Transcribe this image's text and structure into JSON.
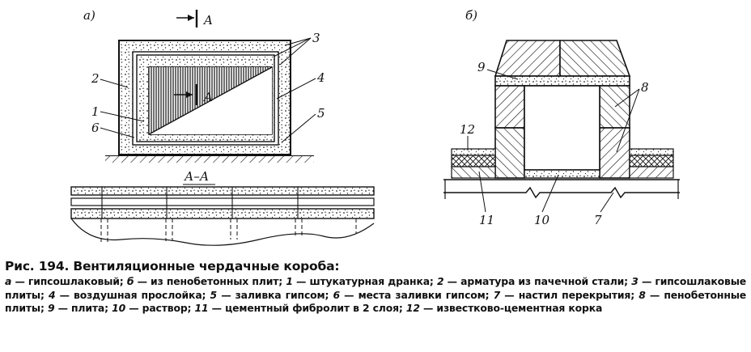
{
  "figure": {
    "panel_a": "а)",
    "panel_b": "б)",
    "section_mark": "A",
    "section_title": "А–А",
    "callouts_a": [
      "1",
      "2",
      "3",
      "4",
      "5",
      "6"
    ],
    "callouts_b": [
      "7",
      "8",
      "9",
      "10",
      "11",
      "12"
    ]
  },
  "caption": {
    "number": "Рис. 194.",
    "title": "Вентиляционные чердачные короба:",
    "legend": [
      {
        "key": "а",
        "text": "гипсошлаковый;"
      },
      {
        "key": "б",
        "text": "из пенобетонных плит;"
      },
      {
        "key": "1",
        "text": "штукатурная дранка;"
      },
      {
        "key": "2",
        "text": "арматура из пачечной стали;"
      },
      {
        "key": "3",
        "text": "гипсошлаковые плиты;"
      },
      {
        "key": "4",
        "text": "воздушная прослойка;"
      },
      {
        "key": "5",
        "text": "заливка гипсом;"
      },
      {
        "key": "6",
        "text": "места заливки гипсом;"
      },
      {
        "key": "7",
        "text": "настил перекрытия;"
      },
      {
        "key": "8",
        "text": "пенобетонные плиты;"
      },
      {
        "key": "9",
        "text": "плита;"
      },
      {
        "key": "10",
        "text": "раствор;"
      },
      {
        "key": "11",
        "text": "цементный фибролит в 2 слоя;"
      },
      {
        "key": "12",
        "text": "известково-цементная корка"
      }
    ]
  }
}
